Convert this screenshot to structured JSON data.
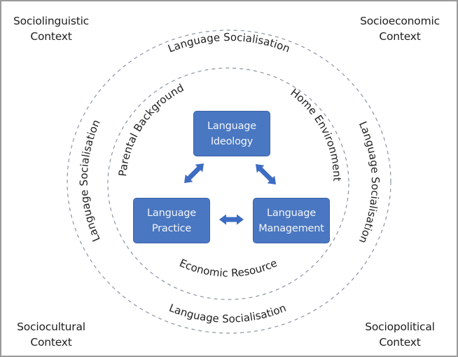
{
  "diagram": {
    "contexts": {
      "top_left": [
        "Sociolinguistic",
        "Context"
      ],
      "top_right": [
        "Socioeconomic",
        "Context"
      ],
      "bottom_left": [
        "Sociocultural",
        "Context"
      ],
      "bottom_right": [
        "Sociopolitical",
        "Context"
      ]
    },
    "outer_ring": {
      "label": "Language Socialisation",
      "labels": {
        "top": "Language Socialisation",
        "left": "Language Socialisation",
        "right": "Language Socialisation",
        "bottom": "Language Socialisation"
      }
    },
    "inner_ring": {
      "labels": {
        "upper_left": "Parental Background",
        "upper_right": "Home Environment",
        "bottom": "Economic Resource"
      }
    },
    "nodes": {
      "ideology": [
        "Language",
        "Ideology"
      ],
      "practice": [
        "Language",
        "Practice"
      ],
      "management": [
        "Language",
        "Management"
      ]
    },
    "relations": [
      {
        "from": "ideology",
        "to": "practice",
        "type": "bidirectional"
      },
      {
        "from": "ideology",
        "to": "management",
        "type": "bidirectional"
      },
      {
        "from": "practice",
        "to": "management",
        "type": "bidirectional"
      }
    ],
    "colors": {
      "node_fill": "#4a77c1",
      "node_text": "#f2f5fb",
      "arrow": "#3d6cc2",
      "ring_stroke": "#8a93a3",
      "text": "#1e1e1e",
      "frame": "#9a9a9a"
    }
  }
}
